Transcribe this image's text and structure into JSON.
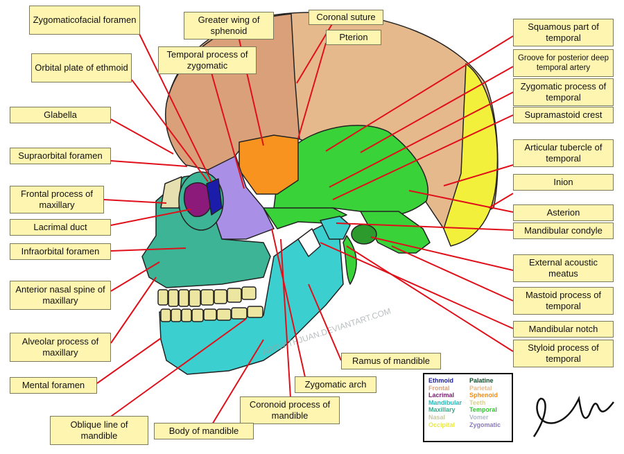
{
  "labels": {
    "zygomaticofacial_foramen": "Zygomaticofacial foramen",
    "greater_wing_of_sphenoid": "Greater wing of sphenoid",
    "coronal_suture": "Coronal suture",
    "pterion": "Pterion",
    "squamous_part_of_temporal": "Squamous part of temporal",
    "groove_posterior_deep_temporal_artery": "Groove for posterior deep temporal artery",
    "temporal_process_of_zygomatic": "Temporal process of zygomatic",
    "orbital_plate_of_ethmoid": "Orbital plate of ethmoid",
    "zygomatic_process_of_temporal": "Zygomatic process of temporal",
    "glabella": "Glabella",
    "supramastoid_crest": "Supramastoid crest",
    "supraorbital_foramen": "Supraorbital foramen",
    "articular_tubercle_of_temporal": "Articular tubercle of temporal",
    "inion": "Inion",
    "frontal_process_of_maxillary": "Frontal process of maxillary",
    "lacrimal_duct": "Lacrimal duct",
    "asterion": "Asterion",
    "mandibular_condyle": "Mandibular condyle",
    "infraorbital_foramen": "Infraorbital foramen",
    "external_acoustic_meatus": "External acoustic meatus",
    "anterior_nasal_spine_of_maxillary": "Anterior nasal spine of maxillary",
    "mastoid_process_of_temporal": "Mastoid process of temporal",
    "mandibular_notch": "Mandibular notch",
    "alveolar_process_of_maxillary": "Alveolar process of maxillary",
    "styloid_process_of_temporal": "Styloid process of temporal",
    "ramus_of_mandible": "Ramus of mandible",
    "mental_foramen": "Mental foramen",
    "zygomatic_arch": "Zygomatic arch",
    "coronoid_process_of_mandible": "Coronoid process of mandible",
    "oblique_line_of_mandible": "Oblique line of mandible",
    "body_of_mandible": "Body of mandible"
  },
  "legend": [
    {
      "name": "Ethmoid",
      "color": "#1a1aa0"
    },
    {
      "name": "Palatine",
      "color": "#0d4d2a"
    },
    {
      "name": "Frontal",
      "color": "#d9a07a"
    },
    {
      "name": "Parietal",
      "color": "#e6b98c"
    },
    {
      "name": "Lacrimal",
      "color": "#7a1a6e"
    },
    {
      "name": "Sphenoid",
      "color": "#f08c14"
    },
    {
      "name": "Mandibular",
      "color": "#2ab8b8"
    },
    {
      "name": "Teeth",
      "color": "#d8d08a"
    },
    {
      "name": "Maxillary",
      "color": "#3aa88c"
    },
    {
      "name": "Temporal",
      "color": "#2ec82e"
    },
    {
      "name": "Nasal",
      "color": "#c8c8a0"
    },
    {
      "name": "Vomer",
      "color": "#b0b8c8"
    },
    {
      "name": "Occipital",
      "color": "#e8e84a"
    },
    {
      "name": "Zygomatic",
      "color": "#8a7ab8"
    }
  ],
  "watermark": "ARTWITHJUAN.DEVIANTART.COM",
  "colors": {
    "label_fill": "#fdf5b0",
    "leader_line": "#e0101a",
    "frontal": "#d9a07a",
    "parietal": "#e6b98c",
    "occipital": "#f2f03a",
    "sphenoid": "#f7931e",
    "temporal": "#39d239",
    "zygomatic": "#a990e6",
    "maxillary": "#3db496",
    "mandible": "#3ccfcf",
    "teeth": "#ece6a0",
    "lacrimal": "#8b1a7a",
    "ethmoid": "#1c1caa",
    "nasal": "#e6e0b0"
  }
}
